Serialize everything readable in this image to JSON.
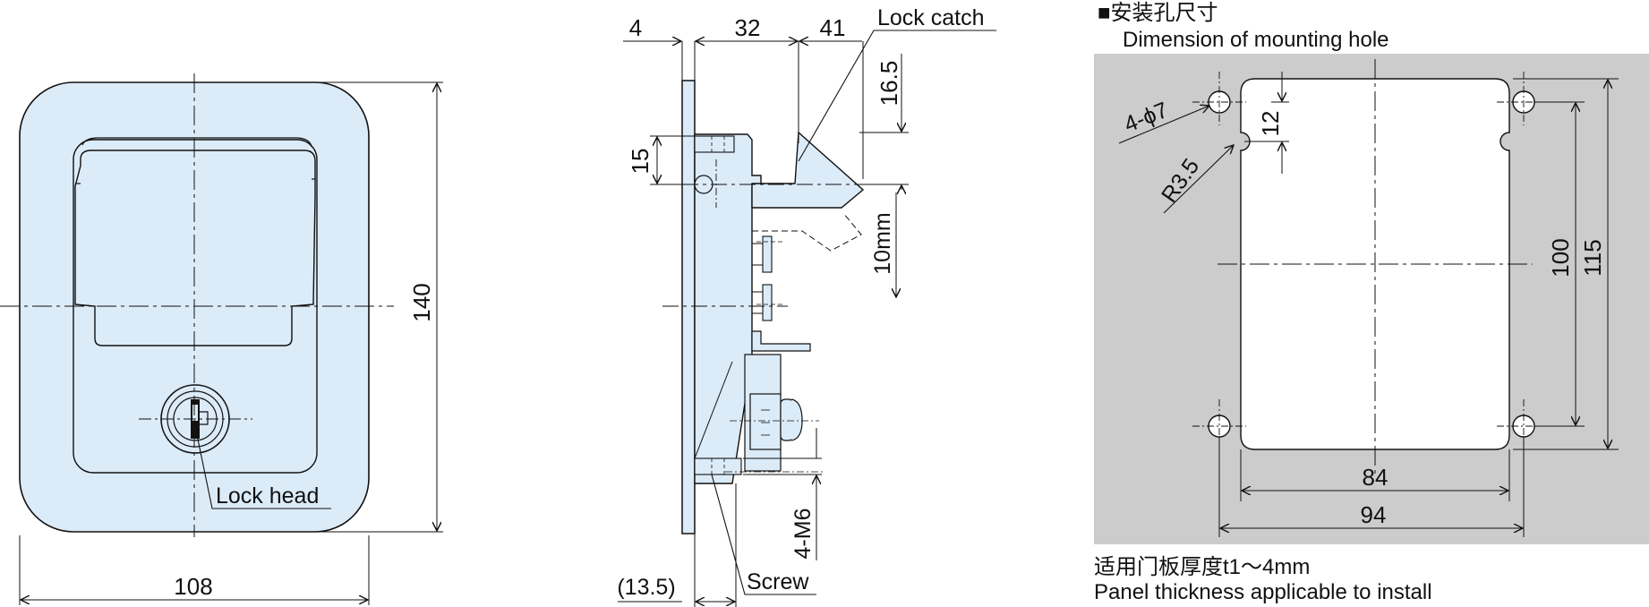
{
  "colors": {
    "part_fill": "#dcebf8",
    "panel_gray": "#cccccc",
    "line": "#111111"
  },
  "front_view": {
    "width_dim": "108",
    "height_dim": "140",
    "lock_head_label": "Lock head"
  },
  "side_view": {
    "dim_4": "4",
    "dim_32": "32",
    "dim_41": "41",
    "dim_16_5": "16.5",
    "dim_15": "15",
    "dim_10mm": "10mm",
    "dim_13_5": "(13.5)",
    "dim_4_m6": "4-M6",
    "lock_catch_label": "Lock catch",
    "screw_label": "Screw"
  },
  "mounting_hole": {
    "title_cn": "■安装孔尺寸",
    "title_en": "Dimension of mounting hole",
    "hole_callout": "4-ϕ7",
    "radius_callout": "R3.5",
    "dim_12": "12",
    "dim_100": "100",
    "dim_115": "115",
    "dim_84": "84",
    "dim_94": "94",
    "note_cn": "适用门板厚度t1～4mm",
    "note_en": "Panel thickness applicable to install"
  }
}
